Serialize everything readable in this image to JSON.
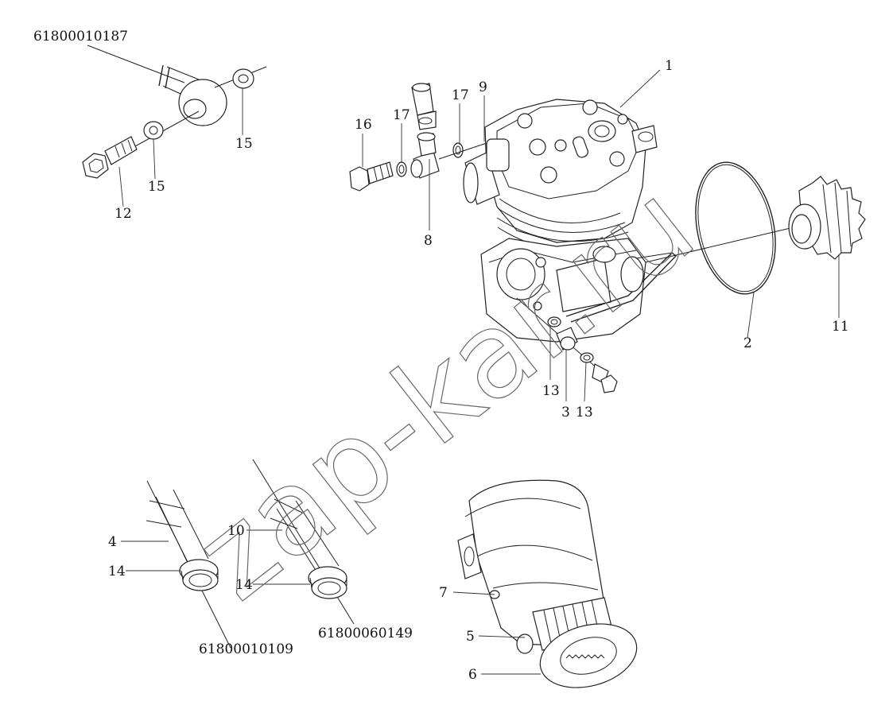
{
  "labels": {
    "p61800010187": "61800010187",
    "p61800010109": "61800010109",
    "p61800060149": "61800060149",
    "l1": "1",
    "l2": "2",
    "l3": "3",
    "l4": "4",
    "l5": "5",
    "l6": "6",
    "l7": "7",
    "l8": "8",
    "l9": "9",
    "l10": "10",
    "l11": "11",
    "l12": "12",
    "l13a": "13",
    "l13b": "13",
    "l14a": "14",
    "l14b": "14",
    "l15a": "15",
    "l15b": "15",
    "l16": "16",
    "l17a": "17",
    "l17b": "17"
  },
  "watermark": "zap-kar.ru"
}
